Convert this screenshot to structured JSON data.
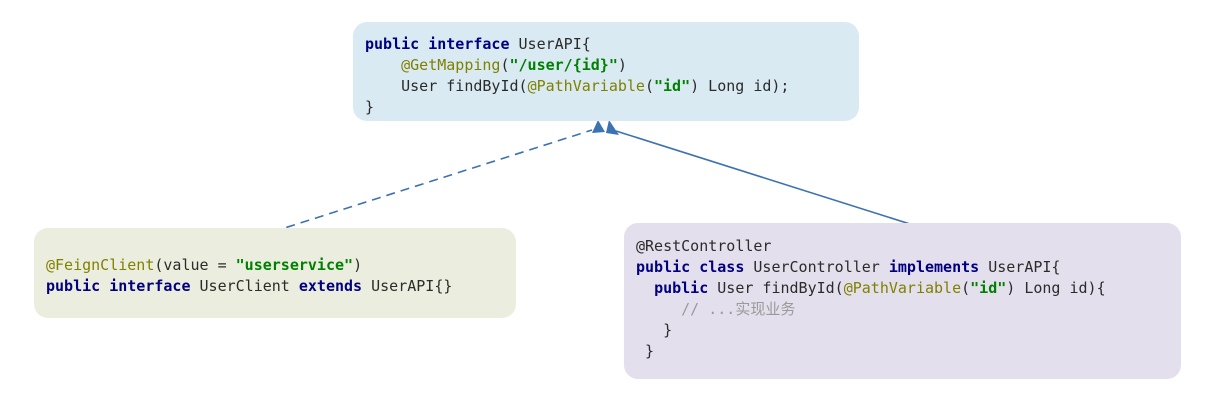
{
  "diagram": {
    "type": "uml-class-relationship",
    "background": "#ffffff",
    "colors": {
      "interface_box_bg": "#d9eaf2",
      "feign_box_bg": "#ebeede",
      "controller_box_bg": "#e3dfec",
      "edge": "#3b72b0",
      "keyword": "#000080",
      "annotation": "#808000",
      "string": "#008000",
      "comment": "#9a9a9a",
      "plain_text": "#2b2b2b"
    }
  },
  "boxes": {
    "userapi": {
      "name": "UserAPI",
      "lines": [
        {
          "tokens": [
            {
              "t": "public interface ",
              "c": "kw"
            },
            {
              "t": "UserAPI{",
              "c": "plain"
            }
          ]
        },
        {
          "tokens": [
            {
              "t": "    ",
              "c": "plain"
            },
            {
              "t": "@GetMapping",
              "c": "anno"
            },
            {
              "t": "(",
              "c": "plain"
            },
            {
              "t": "\"/user/{id}\"",
              "c": "str"
            },
            {
              "t": ")",
              "c": "plain"
            }
          ]
        },
        {
          "tokens": [
            {
              "t": "    User findById(",
              "c": "plain"
            },
            {
              "t": "@PathVariable",
              "c": "anno"
            },
            {
              "t": "(",
              "c": "plain"
            },
            {
              "t": "\"id\"",
              "c": "str"
            },
            {
              "t": ") Long id);",
              "c": "plain"
            }
          ]
        },
        {
          "tokens": [
            {
              "t": "}",
              "c": "plain"
            }
          ]
        }
      ]
    },
    "userclient": {
      "name": "UserClient",
      "lines": [
        {
          "tokens": [
            {
              "t": "@FeignClient",
              "c": "anno"
            },
            {
              "t": "(value = ",
              "c": "plain"
            },
            {
              "t": "\"userservice\"",
              "c": "str"
            },
            {
              "t": ")",
              "c": "plain"
            }
          ]
        },
        {
          "tokens": [
            {
              "t": "public interface ",
              "c": "kw"
            },
            {
              "t": "UserClient ",
              "c": "plain"
            },
            {
              "t": "extends ",
              "c": "kw"
            },
            {
              "t": "UserAPI{}",
              "c": "plain"
            }
          ]
        }
      ]
    },
    "usercontroller": {
      "name": "UserController",
      "lines": [
        {
          "tokens": [
            {
              "t": "@RestController",
              "c": "plain"
            }
          ]
        },
        {
          "tokens": [
            {
              "t": "public class ",
              "c": "kw"
            },
            {
              "t": "UserController ",
              "c": "plain"
            },
            {
              "t": "implements ",
              "c": "kw"
            },
            {
              "t": "UserAPI{",
              "c": "plain"
            }
          ]
        },
        {
          "tokens": [
            {
              "t": "  ",
              "c": "plain"
            },
            {
              "t": "public ",
              "c": "kw"
            },
            {
              "t": "User findById(",
              "c": "plain"
            },
            {
              "t": "@PathVariable",
              "c": "anno"
            },
            {
              "t": "(",
              "c": "plain"
            },
            {
              "t": "\"id\"",
              "c": "str"
            },
            {
              "t": ") Long id){",
              "c": "plain"
            }
          ]
        },
        {
          "tokens": [
            {
              "t": "     ",
              "c": "plain"
            },
            {
              "t": "// ...实现业务",
              "c": "cmt"
            }
          ]
        },
        {
          "tokens": [
            {
              "t": "   }",
              "c": "plain"
            }
          ]
        },
        {
          "tokens": [
            {
              "t": " }",
              "c": "plain"
            }
          ]
        }
      ]
    }
  },
  "edges": [
    {
      "id": "userclient-implements-userapi",
      "from": "userclient",
      "to": "userapi",
      "style": "dashed",
      "arrow": "open-triangle-up",
      "label": ""
    },
    {
      "id": "usercontroller-implements-userapi",
      "from": "usercontroller",
      "to": "userapi",
      "style": "solid",
      "arrow": "open-triangle-up",
      "label": ""
    }
  ]
}
